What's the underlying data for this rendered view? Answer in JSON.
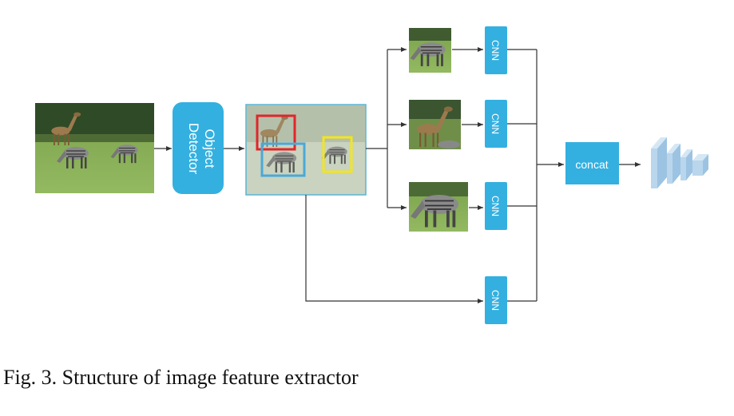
{
  "detector": {
    "line1": "Object",
    "line2": "Detector"
  },
  "cnn": {
    "label1": "CNN",
    "label2": "CNN",
    "label3": "CNN",
    "label4": "CNN"
  },
  "concat": {
    "label": "concat"
  },
  "caption": "Fig. 3. Structure of image feature extractor",
  "colors": {
    "box_fill": "#33b0e0",
    "line": "#333333",
    "bbox_red": "#e0262a",
    "bbox_blue": "#4aa8d8",
    "bbox_yellow": "#f3e51c",
    "output_block": "#b9d6ec"
  },
  "icons": [
    "input-scene-image",
    "detected-scene-image",
    "giraffe-crop-image",
    "zebra-crop-image",
    "output-feature-blocks-icon"
  ]
}
